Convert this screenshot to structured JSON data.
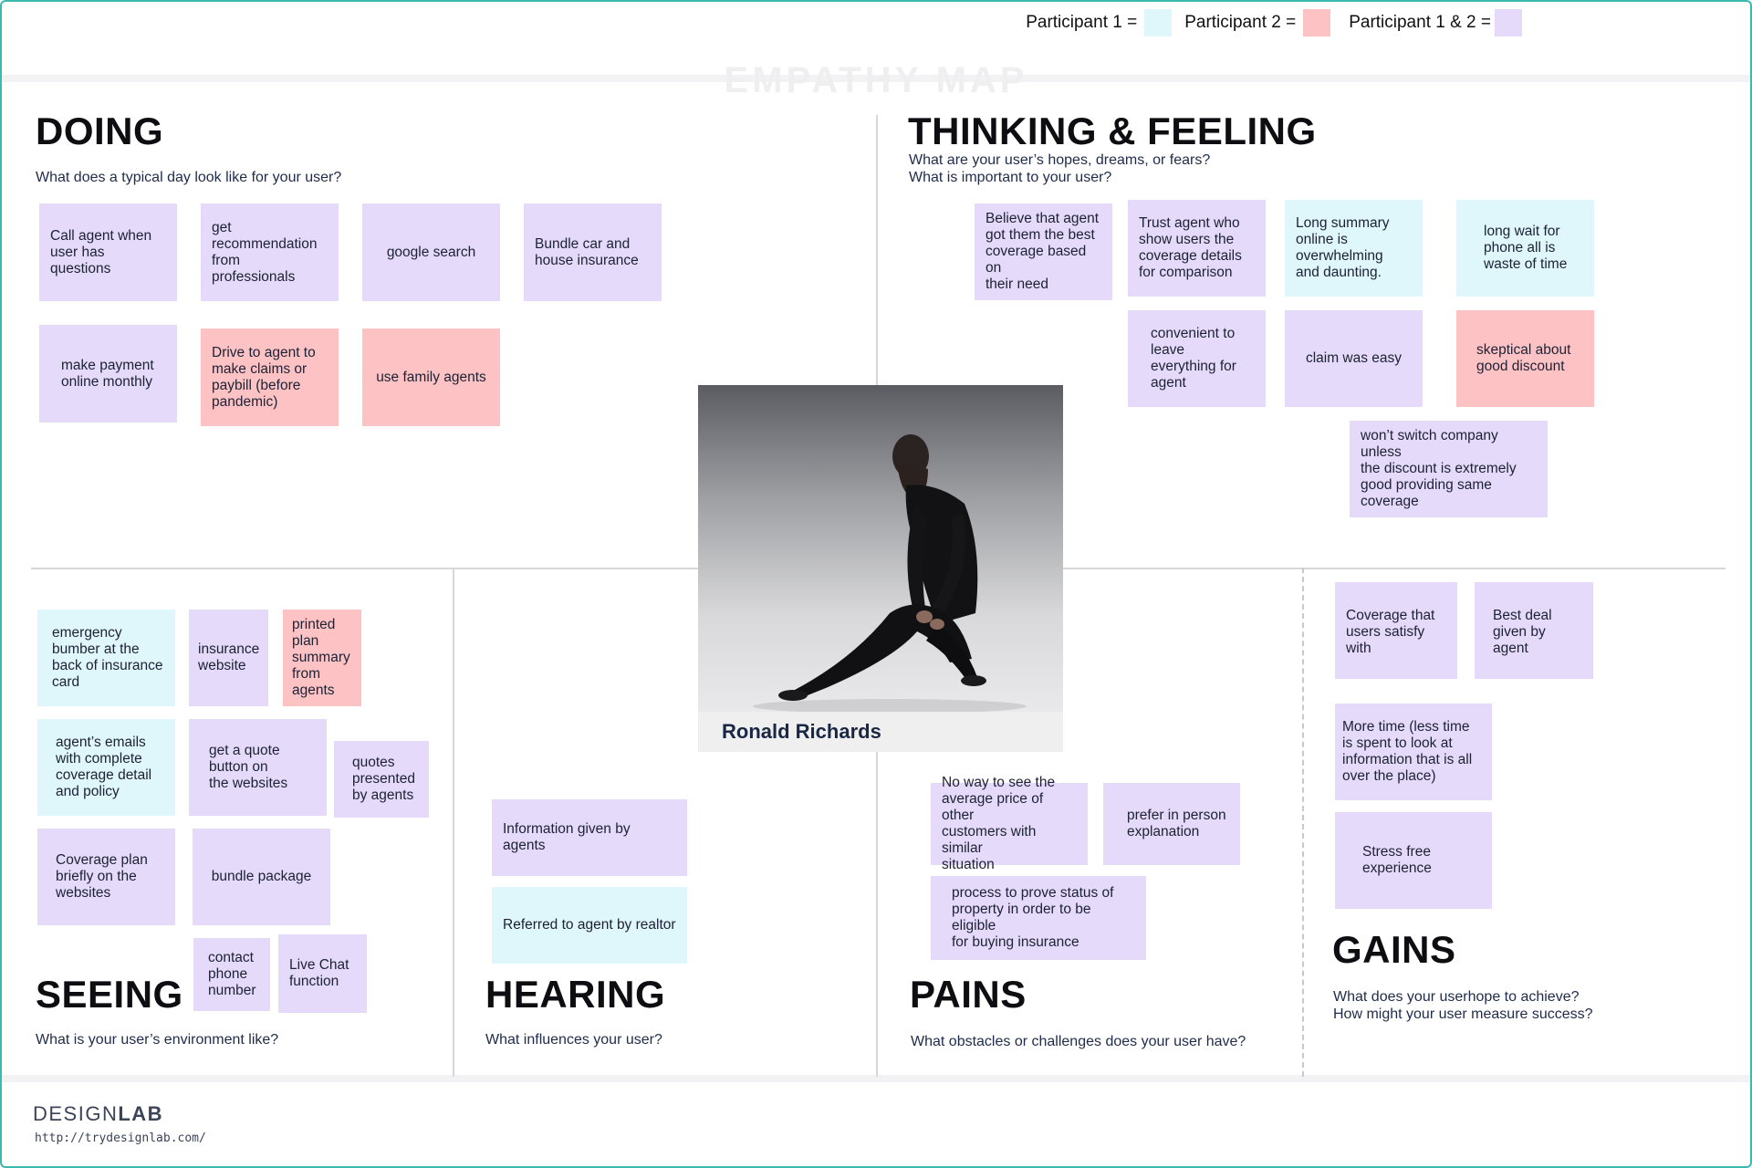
{
  "colors": {
    "participant_1": "#dff6fb",
    "participant_2": "#fdc3c4",
    "participant_both": "#e5daf9",
    "frame_border": "#3cb9ae"
  },
  "legend": {
    "participant_1": "Participant 1 =",
    "participant_2": "Participant 2 =",
    "participant_both": "Participant 1 & 2 ="
  },
  "watermark": "EMPATHY MAP",
  "persona": {
    "name": "Ronald Richards"
  },
  "quadrants": {
    "doing": {
      "title": "DOING",
      "subtitle": "What does a typical day look like for your user?",
      "notes": [
        {
          "text": "Call agent when\nuser has\nquestions",
          "participant": "both"
        },
        {
          "text": "get\nrecommendation\nfrom\nprofessionals",
          "participant": "both"
        },
        {
          "text": "google search",
          "participant": "both"
        },
        {
          "text": "Bundle car and\nhouse insurance",
          "participant": "both"
        },
        {
          "text": "make payment\nonline monthly",
          "participant": "both"
        },
        {
          "text": "Drive to agent to\nmake claims or\npaybill (before\npandemic)",
          "participant": "2"
        },
        {
          "text": "use family agents",
          "participant": "2"
        }
      ]
    },
    "thinking": {
      "title": "THINKING & FEELING",
      "subtitle": "What are your user’s hopes, dreams, or fears?\nWhat is important to your user?",
      "notes": [
        {
          "text": "Believe that agent\ngot them the best\ncoverage based on\ntheir need",
          "participant": "both"
        },
        {
          "text": "Trust agent who\nshow users the\ncoverage details\nfor comparison",
          "participant": "both"
        },
        {
          "text": "Long summary\nonline is\noverwhelming\nand daunting.",
          "participant": "1"
        },
        {
          "text": "long wait for\nphone all is\nwaste of time",
          "participant": "1"
        },
        {
          "text": "convenient to\nleave\neverything for\nagent",
          "participant": "both"
        },
        {
          "text": "claim was easy",
          "participant": "both"
        },
        {
          "text": "skeptical about\ngood discount",
          "participant": "2"
        },
        {
          "text": "won’t switch company unless\nthe discount is extremely\ngood providing same\ncoverage",
          "participant": "both"
        }
      ]
    },
    "seeing": {
      "title": "SEEING",
      "subtitle": "What is your user’s environment like?",
      "notes": [
        {
          "text": "emergency\nbumber at the\nback of insurance\ncard",
          "participant": "1"
        },
        {
          "text": "insurance\nwebsite",
          "participant": "both"
        },
        {
          "text": "printed\nplan\nsummary\nfrom\nagents",
          "participant": "2"
        },
        {
          "text": "agent’s emails\nwith complete\ncoverage detail\nand policy",
          "participant": "1"
        },
        {
          "text": "get a quote\nbutton on\nthe websites",
          "participant": "both"
        },
        {
          "text": "quotes\npresented\nby agents",
          "participant": "both"
        },
        {
          "text": "Coverage plan\nbriefly on the\nwebsites",
          "participant": "both"
        },
        {
          "text": "bundle package",
          "participant": "both"
        },
        {
          "text": "contact\nphone\nnumber",
          "participant": "both"
        },
        {
          "text": "Live Chat\nfunction",
          "participant": "both"
        }
      ]
    },
    "hearing": {
      "title": "HEARING",
      "subtitle": "What influences your user?",
      "notes": [
        {
          "text": "Information given by agents",
          "participant": "both"
        },
        {
          "text": "Referred to agent by realtor",
          "participant": "1"
        }
      ]
    },
    "pains": {
      "title": "PAINS",
      "subtitle": "What obstacles or challenges does your user have?",
      "notes": [
        {
          "text": "No way to see the\naverage price of other\ncustomers with similar\nsituation",
          "participant": "both"
        },
        {
          "text": "prefer in person\nexplanation",
          "participant": "both"
        },
        {
          "text": "process to prove status of\nproperty in order to be eligible\nfor buying insurance",
          "participant": "both"
        }
      ]
    },
    "gains": {
      "title": "GAINS",
      "subtitle": "What does your userhope to achieve?\nHow might your user measure success?",
      "notes": [
        {
          "text": "Coverage that\nusers satisfy with",
          "participant": "both"
        },
        {
          "text": "Best deal\ngiven by\nagent",
          "participant": "both"
        },
        {
          "text": "More time (less time\nis spent to look at\ninformation that is all\nover the place)",
          "participant": "both"
        },
        {
          "text": "Stress free\nexperience",
          "participant": "both"
        }
      ]
    }
  },
  "brand": {
    "name_light": "DESIGN",
    "name_bold": "LAB",
    "url": "http://trydesignlab.com/"
  }
}
